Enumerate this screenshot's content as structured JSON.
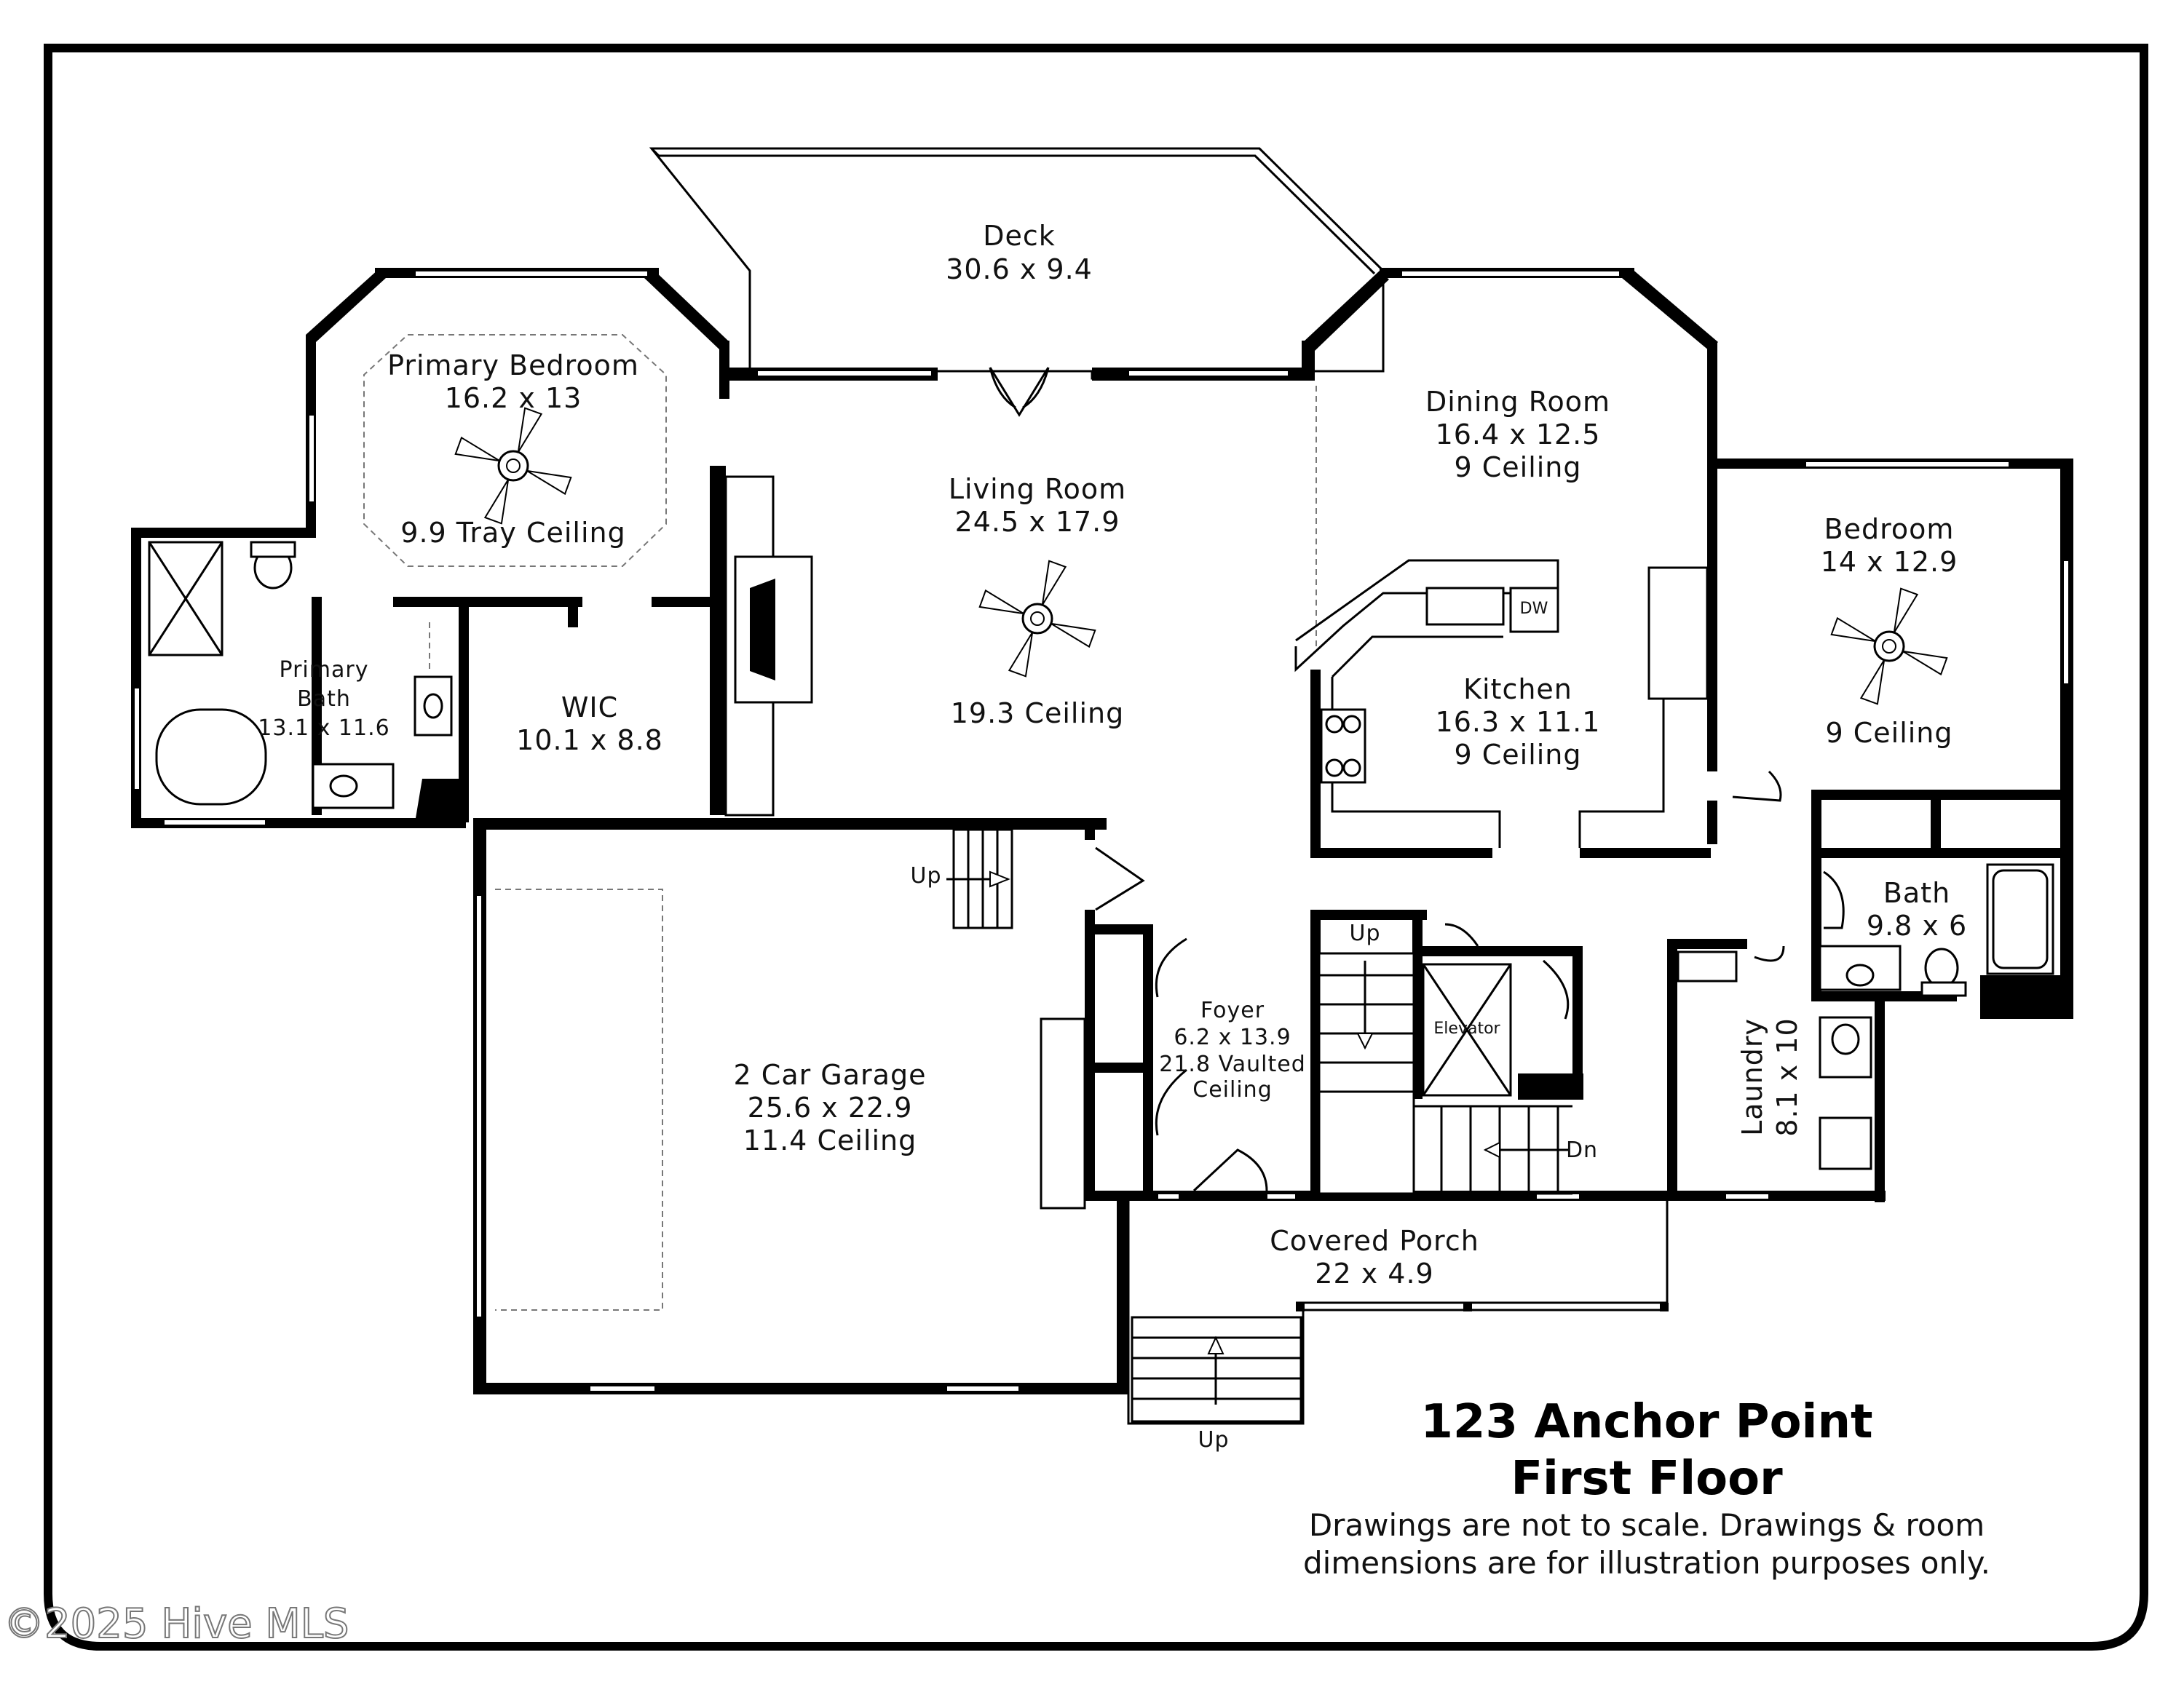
{
  "plan": {
    "address": "123 Anchor Point",
    "floor": "First Floor",
    "disclaimer_line1": "Drawings are not to scale. Drawings & room",
    "disclaimer_line2": "dimensions are for illustration purposes only.",
    "watermark": "©2025 Hive MLS"
  },
  "rooms": {
    "deck": {
      "name": "Deck",
      "dims": "30.6 x 9.4"
    },
    "primary_bedroom": {
      "name": "Primary Bedroom",
      "dims": "16.2 x 13",
      "ceiling": "9.9 Tray Ceiling"
    },
    "primary_bath": {
      "name1": "Primary",
      "name2": "Bath",
      "dims": "13.1 x 11.6"
    },
    "wic": {
      "name": "WIC",
      "dims": "10.1 x 8.8"
    },
    "living_room": {
      "name": "Living Room",
      "dims": "24.5 x 17.9",
      "ceiling": "19.3 Ceiling"
    },
    "dining_room": {
      "name": "Dining Room",
      "dims": "16.4 x 12.5",
      "ceiling": "9 Ceiling"
    },
    "kitchen": {
      "name": "Kitchen",
      "dims": "16.3 x 11.1",
      "ceiling": "9 Ceiling",
      "appliance": "DW"
    },
    "bedroom": {
      "name": "Bedroom",
      "dims": "14 x 12.9",
      "ceiling": "9 Ceiling"
    },
    "bath": {
      "name": "Bath",
      "dims": "9.8 x 6"
    },
    "laundry": {
      "name": "Laundry",
      "dims": "8.1 x 10"
    },
    "garage": {
      "name": "2 Car Garage",
      "dims": "25.6 x 22.9",
      "ceiling": "11.4 Ceiling"
    },
    "foyer": {
      "name": "Foyer",
      "dims": "6.2 x 13.9",
      "ceiling1": "21.8 Vaulted",
      "ceiling2": "Ceiling"
    },
    "porch": {
      "name": "Covered Porch",
      "dims": "22 x 4.9"
    },
    "elevator": {
      "name": "Elevator"
    }
  },
  "stairs": {
    "up": "Up",
    "down": "Dn"
  }
}
